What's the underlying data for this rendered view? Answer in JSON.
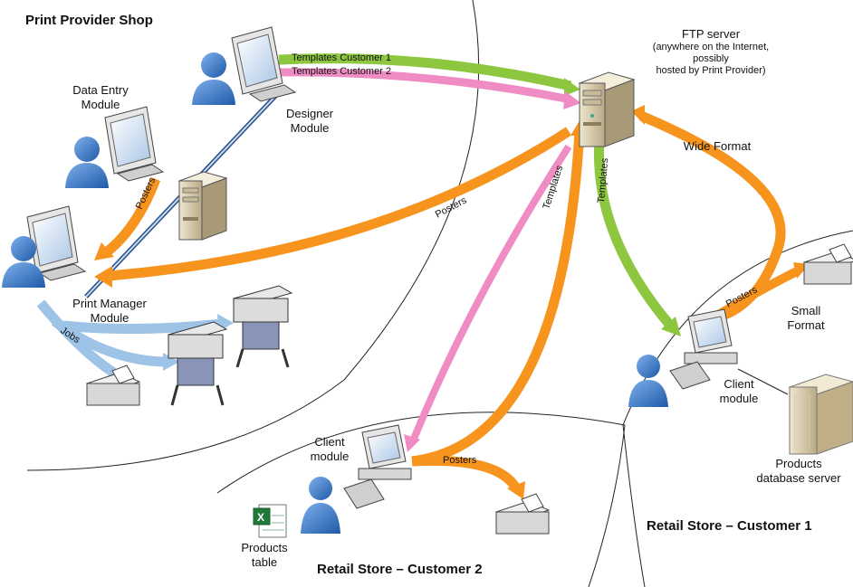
{
  "zones": {
    "print_provider": "Print Provider Shop",
    "retail_customer1": "Retail Store – Customer 1",
    "retail_customer2": "Retail Store – Customer 2"
  },
  "nodes": {
    "ftp_server": "FTP server",
    "ftp_server_note_line1": "(anywhere on the Internet, possibly",
    "ftp_server_note_line2": "hosted by Print Provider)",
    "data_entry_line1": "Data Entry",
    "data_entry_line2": "Module",
    "designer_line1": "Designer",
    "designer_line2": "Module",
    "print_manager_line1": "Print Manager",
    "print_manager_line2": "Module",
    "client_c2_line1": "Client",
    "client_c2_line2": "module",
    "client_c1_line1": "Client",
    "client_c1_line2": "module",
    "products_table_line1": "Products",
    "products_table_line2": "table",
    "small_format_line1": "Small",
    "small_format_line2": "Format",
    "products_db_line1": "Products",
    "products_db_line2": "database server"
  },
  "flows": {
    "templates_customer1": "Templates  Customer 1",
    "templates_customer2": "Templates  Customer 2",
    "posters_data_entry": "Posters",
    "posters_ftp_to_pm": "Posters",
    "templates_ftp_to_c2": "Templates",
    "templates_ftp_to_c1": "Templates",
    "wide_format": "Wide Format",
    "jobs": "Jobs",
    "posters_c2": "Posters",
    "posters_c1": "Posters"
  },
  "colors": {
    "green_flow": "#8dc63f",
    "pink_flow": "#f08cc4",
    "orange_flow": "#f7941d",
    "blue_flow": "#9dc3e6",
    "boundary": "#222222",
    "person": "#3a78c8"
  }
}
